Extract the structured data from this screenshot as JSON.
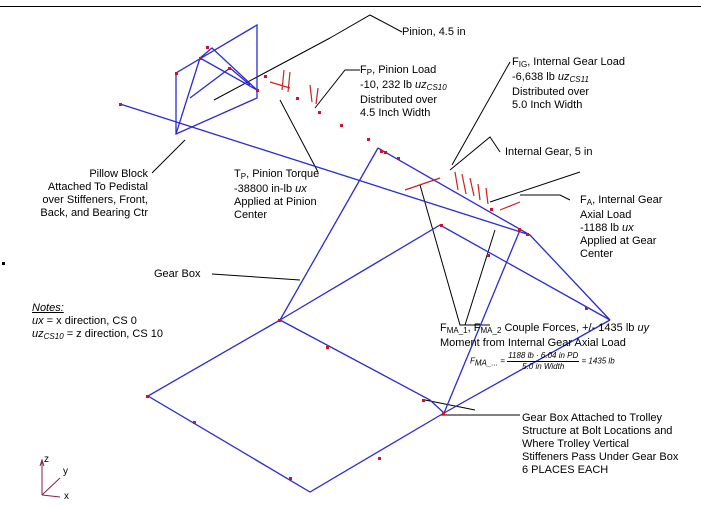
{
  "labels": {
    "pinion_len": "Pinion, 4.5 in",
    "pinion_load": {
      "symbol": "F",
      "sub": "P",
      "title": ", Pinion Load",
      "value": "-10, 232 lb ",
      "unit": "uz",
      "unit_sub": "CS10",
      "dist": "Distributed over",
      "width": "4.5 Inch Width"
    },
    "gear_load": {
      "symbol": "F",
      "sub": "IG",
      "title": ", Internal Gear Load",
      "value": "-6,638 lb ",
      "unit": "uz",
      "unit_sub": "CS11",
      "dist": "Distributed over",
      "width": "5.0 Inch Width"
    },
    "internal_gear_len": "Internal Gear, 5 in",
    "axial_load": {
      "symbol": "F",
      "sub": "A",
      "title": ", Internal Gear",
      "line2": "Axial Load",
      "value": "-1188 lb ",
      "unit": "ux",
      "line4": "Applied at Gear",
      "line5": "Center"
    },
    "pillow_block": [
      "Pillow Block",
      "Attached To Pedistal",
      "over Stiffeners, Front,",
      "Back, and Bearing Ctr"
    ],
    "torque": {
      "symbol": "T",
      "sub": "P",
      "title": ", Pinion Torque",
      "value": "-38800 in-lb ",
      "unit": "ux",
      "line3": "Applied at Pinion",
      "line4": "Center"
    },
    "gear_box": "Gear Box",
    "notes": {
      "heading": "Notes:",
      "l1_unit": "ux",
      "l1_text": " = x direction, CS 0",
      "l2_unit": "uz",
      "l2_sub": "CS10",
      "l2_text": " = z direction, CS 10"
    },
    "couple": {
      "s1": "F",
      "s1_sub": "MA_1",
      "sep": ", ",
      "s2": "F",
      "s2_sub": "MA_2",
      "text": " Couple Forces, +/- 1435 lb ",
      "unit": "uy",
      "line2": "Moment from Internal Gear Axial Load"
    },
    "equation": {
      "lhs": "F",
      "lhs_sub": "MA_...",
      "eq": " = ",
      "num": "1188 lb · 6.04 in PD",
      "den": "5.0 in Width",
      "rhs": " = 1435 lb"
    },
    "attached": [
      "Gear Box Attached to Trolley",
      "Structure at Bolt Locations and",
      "Where Trolley Vertical",
      "Stiffeners Pass Under Gear Box",
      "6 PLACES EACH"
    ],
    "axes": {
      "z": "z",
      "y": "y",
      "x": "x"
    }
  },
  "colors": {
    "mesh": "#2b2bd4",
    "node": "#cc1133",
    "load": "#cc2222",
    "leader": "#000000",
    "axis": "#8a2040"
  },
  "icons": [
    "axis-triad-icon",
    "load-arrow-icon"
  ]
}
